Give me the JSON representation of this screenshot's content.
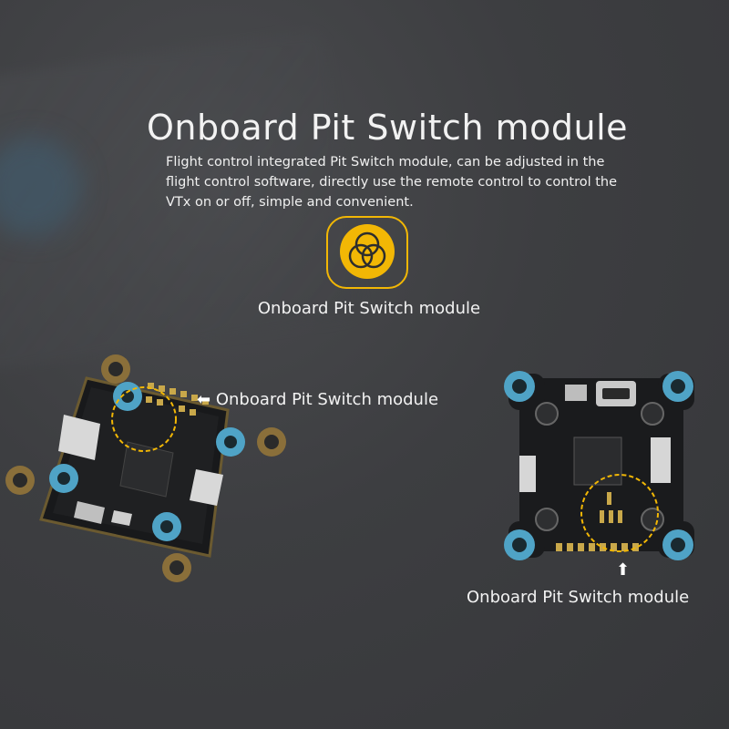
{
  "title": "Onboard Pit Switch module",
  "description": "Flight control integrated Pit Switch module, can be adjusted in the flight control software, directly use the remote control to control the VTx on or off, simple and convenient.",
  "icon": {
    "name": "venn-circles-icon",
    "accent": "#f2b705"
  },
  "icon_caption": "Onboard Pit Switch module",
  "left_label": {
    "arrow": "⬅",
    "text": "Onboard Pit Switch module"
  },
  "right_label": {
    "arrow": "⬆",
    "text": "Onboard Pit Switch module"
  },
  "colors": {
    "highlight": "#f2b705",
    "mount_blue": "#4fa3c6",
    "pcb": "#1c1d1f"
  }
}
